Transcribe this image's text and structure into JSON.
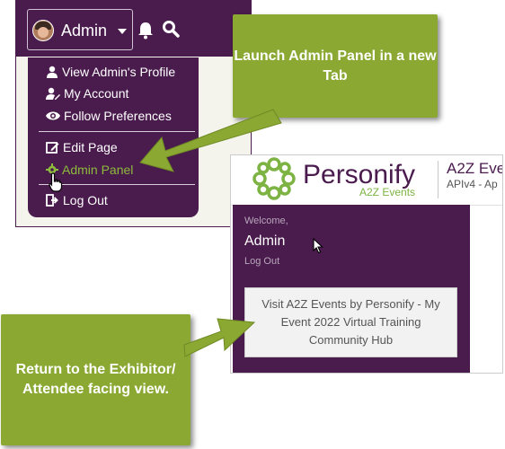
{
  "top_screenshot": {
    "user_menu_label": "Admin",
    "icons": [
      "avatar",
      "caret-down-icon",
      "bell-icon",
      "search-icon"
    ],
    "dropdown_items": [
      {
        "label": "View Admin's Profile",
        "icon": "user-icon"
      },
      {
        "label": "My Account",
        "icon": "user-edit-icon"
      },
      {
        "label": "Follow Preferences",
        "icon": "eye-icon"
      },
      {
        "label": "Edit Page",
        "icon": "edit-icon"
      },
      {
        "label": "Admin Panel",
        "icon": "gear-icon",
        "highlighted": true
      },
      {
        "label": "Log Out",
        "icon": "sign-out-icon"
      }
    ]
  },
  "callouts": {
    "top": "Launch Admin Panel in a new Tab",
    "bottom": "Return to the Exhibitor/ Attendee facing view."
  },
  "bottom_screenshot": {
    "brand_name": "Personify",
    "brand_sub": "A2Z Events",
    "header_title": "A2Z Eve",
    "header_sub": "APIv4 - Ap",
    "welcome": "Welcome,",
    "user_name": "Admin",
    "logout": "Log Out",
    "visit_button": "Visit A2Z Events by Personify - My Event 2022 Virtual Training Community Hub"
  },
  "colors": {
    "brand_purple": "#4a1b4d",
    "callout_green": "#8aa832",
    "highlight_green": "#8dbb3b",
    "page_bg": "#f4f3ec"
  }
}
